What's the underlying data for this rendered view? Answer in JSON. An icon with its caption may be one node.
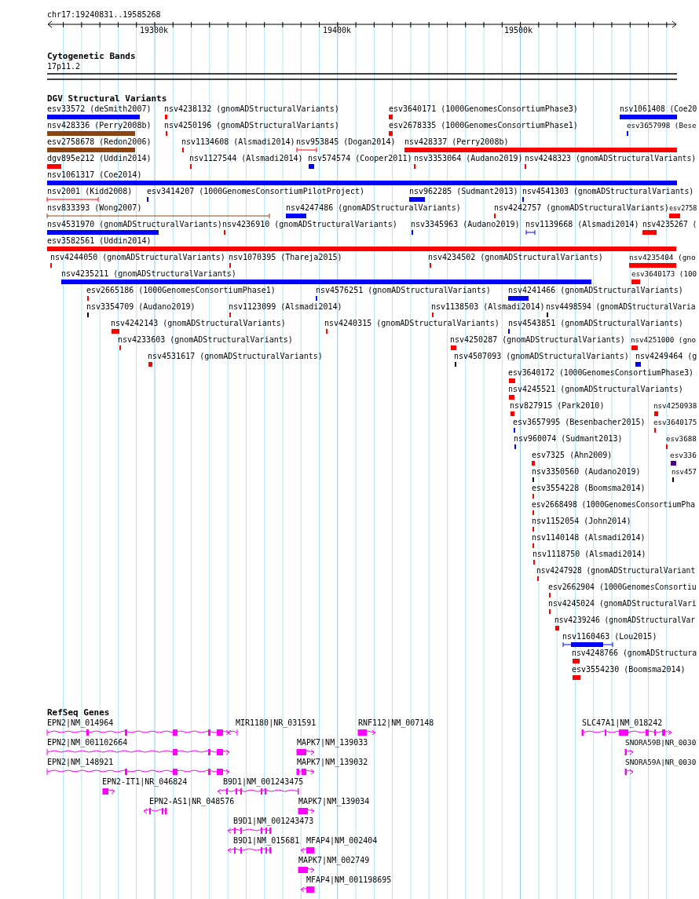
{
  "diagram": {
    "labels": [
      "chr17:19240831..19585268",
      "19300k",
      "19400k",
      "19500k",
      "Cytogenetic Bands",
      "17p11.2",
      "DGV Structural Variants",
      "esv33572 (deSmith2007)",
      "nsv4238132 (gnomADStructuralVariants)",
      "esv3640171 (1000GenomesConsortiumPhase3)",
      "nsv1061408 (Coe20",
      "nsv428336 (Perry2008b)",
      "nsv4250196 (gnomADStructuralVariants)",
      "esv2678335 (1000GenomesConsortiumPhase1)",
      "esv3657998 (Bese",
      "esv2758678 (Redon2006)",
      "nsv1134608 (Alsmadi2014)",
      "nsv953845 (Dogan2014)",
      "nsv428337 (Perry2008b)",
      "dgv895e212 (Uddin2014)",
      "nsv1127544 (Alsmadi2014)",
      "nsv574574 (Cooper2011)",
      "nsv3353064 (Audano2019)",
      "nsv4248323 (gnomADStructuralVariants)",
      "nsv1061317 (Coe2014)",
      "nsv2001 (Kidd2008)",
      "esv3414207 (1000GenomesConsortiumPilotProject)",
      "nsv962285 (Sudmant2013)",
      "nsv4541303 (gnomADStructuralVariants)",
      "nsv833393 (Wong2007)",
      "nsv4247486 (gnomADStructuralVariants)",
      "nsv4242757 (gnomADStructuralVariants)",
      "esv2758",
      "nsv4531970 (gnomADStructuralVariants)",
      "nsv4236910 (gnomADStructuralVariants)",
      "nsv3345963 (Audano2019)",
      "nsv1139668 (Alsmadi2014)",
      "nsv4235267 (",
      "esv3582561 (Uddin2014)",
      "nsv4244050 (gnomADStructuralVariants)",
      "nsv1070395 (Thareja2015)",
      "nsv4234502 (gnomADStructuralVariants)",
      "nsv4235404 (gno",
      "nsv4235211 (gnomADStructuralVariants)",
      "esv3640173 (100",
      "esv2665186 (1000GenomesConsortiumPhase1)",
      "nsv4576251 (gnomADStructuralVariants)",
      "nsv4241466 (gnomADStructuralVariants)",
      "nsv3354709 (Audano2019)",
      "nsv1123099 (Alsmadi2014)",
      "nsv1138503 (Alsmadi2014)",
      "nsv4498594 (gnomADStructuralVaria",
      "nsv4242143 (gnomADStructuralVariants)",
      "nsv4240315 (gnomADStructuralVariants)",
      "nsv4543851 (gnomADStructuralVariants)",
      "nsv4233603 (gnomADStructuralVariants)",
      "nsv4250287 (gnomADStructuralVariants)",
      "nsv4251000 (gno",
      "nsv4531617 (gnomADStructuralVariants)",
      "nsv4507093 (gnomADStructuralVariants)",
      "nsv4249464 (g",
      "esv3640172 (1000GenomesConsortiumPhase3)",
      "nsv4245521 (gnomADStructuralVariants)",
      "nsv827915 (Park2010)",
      "nsv4250938",
      "esv3657995 (Besenbacher2015)",
      "esv3640175",
      "nsv960074 (Sudmant2013)",
      "esv3688",
      "esv7325 (Ahn2009)",
      "esv336",
      "nsv3350560 (Audano2019)",
      "nsv457",
      "esv3554228 (Boomsma2014)",
      "esv2668498 (1000GenomesConsortiumPha",
      "nsv1152054 (John2014)",
      "nsv1140148 (Alsmadi2014)",
      "nsv1118750 (Alsmadi2014)",
      "nsv4247928 (gnomADStructuralVariant",
      "esv2662904 (1000GenomesConsortiu",
      "nsv4245024 (gnomADStructuralVari",
      "nsv4239246 (gnomADStructuralVar",
      "nsv1160463 (Lou2015)",
      "nsv4248766 (gnomADStructura",
      "esv3554230 (Boomsma2014)",
      "RefSeq Genes",
      "EPN2|NM_014964",
      "MIR1180|NR_031591",
      "RNF112|NM_007148",
      "SLC47A1|NM_018242",
      "EPN2|NM_001102664",
      "MAPK7|NM_139033",
      "SNORA59B|NR_0030",
      "EPN2|NM_148921",
      "MAPK7|NM_139032",
      "SNORA59A|NR_0030",
      "EPN2-IT1|NR_046824",
      "B9D1|NM_001243475",
      "EPN2-AS1|NR_048576",
      "MAPK7|NM_139034",
      "B9D1|NM_001243473",
      "B9D1|NM_015681",
      "MFAP4|NM_002404",
      "MAPK7|NM_002749",
      "MFAP4|NM_001198695"
    ]
  }
}
